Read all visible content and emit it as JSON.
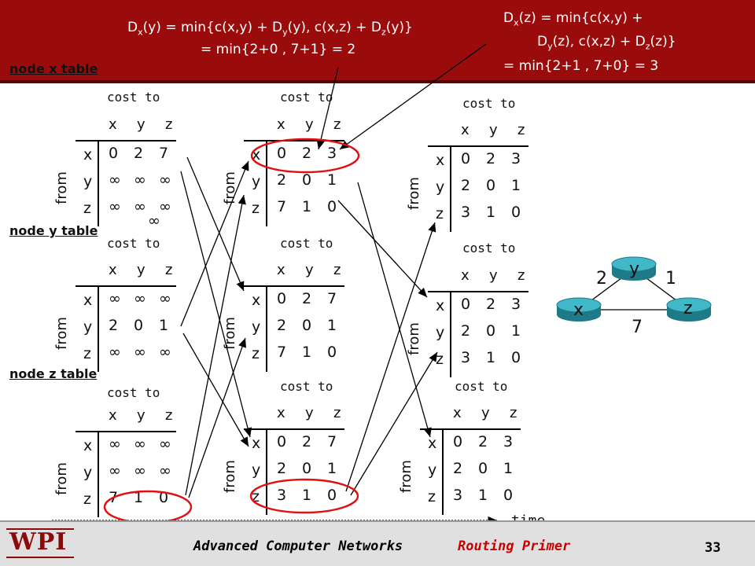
{
  "header": {
    "eq1_line1_a": "D",
    "eq1_line1_sub1": "x",
    "eq1_line1_b": "(y) = min{c(x,y) + D",
    "eq1_line1_sub2": "y",
    "eq1_line1_c": "(y), c(x,z) + D",
    "eq1_line1_sub3": "z",
    "eq1_line1_d": "(y)}",
    "eq1_line2": "= min{2+0 , 7+1} = 2",
    "eq2_line1_a": "D",
    "eq2_line1_sub1": "x",
    "eq2_line1_b": "(z) = min{c(x,y) +",
    "eq2_line2_a": "D",
    "eq2_line2_sub1": "y",
    "eq2_line2_b": "(z), c(x,z) + D",
    "eq2_line2_sub2": "z",
    "eq2_line2_c": "(z)}",
    "eq2_line3": "= min{2+1 , 7+0} = 3"
  },
  "node_labels": {
    "x": "node x table",
    "y": "node y table",
    "z": "node z table"
  },
  "labels": {
    "cost_to": "cost to",
    "from": "from",
    "time": "time"
  },
  "headers": [
    "x",
    "y",
    "z"
  ],
  "tables": [
    {
      "id": "x1",
      "rows": [
        [
          "0",
          "2",
          "7"
        ],
        [
          "∞",
          "∞",
          "∞"
        ],
        [
          "∞",
          "∞",
          "∞"
        ]
      ],
      "extra": "∞"
    },
    {
      "id": "y1",
      "rows": [
        [
          "∞",
          "∞",
          "∞"
        ],
        [
          "2",
          "0",
          "1"
        ],
        [
          "∞",
          "∞",
          "∞"
        ]
      ]
    },
    {
      "id": "z1",
      "rows": [
        [
          "∞",
          "∞",
          "∞"
        ],
        [
          "∞",
          "∞",
          "∞"
        ],
        [
          "7",
          "1",
          "0"
        ]
      ]
    },
    {
      "id": "x2",
      "rows": [
        [
          "0",
          "2",
          "3"
        ],
        [
          "2",
          "0",
          "1"
        ],
        [
          "7",
          "1",
          "0"
        ]
      ]
    },
    {
      "id": "y2",
      "rows": [
        [
          "0",
          "2",
          "7"
        ],
        [
          "2",
          "0",
          "1"
        ],
        [
          "7",
          "1",
          "0"
        ]
      ]
    },
    {
      "id": "z2",
      "rows": [
        [
          "0",
          "2",
          "7"
        ],
        [
          "2",
          "0",
          "1"
        ],
        [
          "3",
          "1",
          "0"
        ]
      ]
    },
    {
      "id": "x3",
      "rows": [
        [
          "0",
          "2",
          "3"
        ],
        [
          "2",
          "0",
          "1"
        ],
        [
          "3",
          "1",
          "0"
        ]
      ]
    },
    {
      "id": "y3",
      "rows": [
        [
          "0",
          "2",
          "3"
        ],
        [
          "2",
          "0",
          "1"
        ],
        [
          "3",
          "1",
          "0"
        ]
      ]
    },
    {
      "id": "z3",
      "rows": [
        [
          "0",
          "2",
          "3"
        ],
        [
          "2",
          "0",
          "1"
        ],
        [
          "3",
          "1",
          "0"
        ]
      ]
    }
  ],
  "network": {
    "nodes": [
      "x",
      "y",
      "z"
    ],
    "cost_xy": "2",
    "cost_yz": "1",
    "cost_xz": "7"
  },
  "footer": {
    "logo": "WPI",
    "course": "Advanced Computer Networks",
    "topic": "Routing Primer",
    "page": "33"
  },
  "colors": {
    "header_bg": "#9a0c0c",
    "highlight": "#e01010",
    "node_fill": "#40b8c8",
    "footer_topic": "#cc0000"
  }
}
